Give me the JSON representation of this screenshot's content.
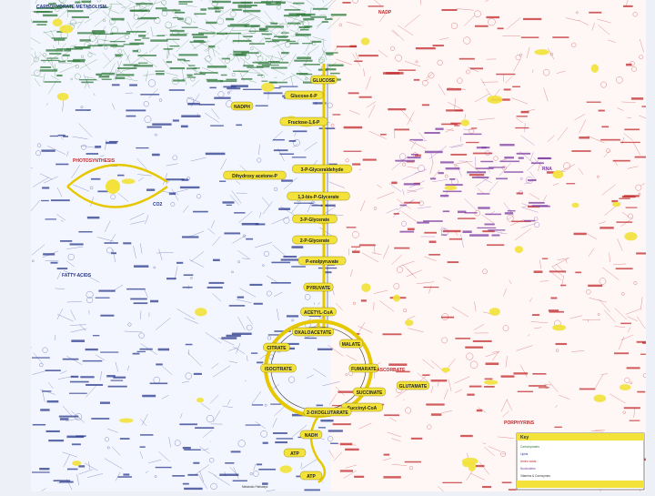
{
  "poster": {
    "left_header": "CARBOHYDRATE METABOLISM",
    "footer_credit": "Metabolic Pathways",
    "colors": {
      "blue_region": "#2a3a8c",
      "green_region": "#2f7a3a",
      "red_region": "#c0282a",
      "purple_region": "#7a3aa0",
      "highlight": "#f2e23a",
      "spine": "#e6c800",
      "slide_bg": "#eef0f8"
    }
  },
  "glycolysis": {
    "nodes": [
      {
        "name": "glucose-node",
        "label": "GLUCOSE"
      },
      {
        "name": "glucose-6p-node",
        "label": "Glucose-6-P"
      },
      {
        "name": "nadph-node",
        "label": "NADPH"
      },
      {
        "name": "fructose-16p-node",
        "label": "Fructose-1,6-P"
      },
      {
        "name": "dhap-node",
        "label": "Dihydroxy acetone-P"
      },
      {
        "name": "g3p-node",
        "label": "3-P-Glyceraldehyde"
      },
      {
        "name": "bpg-node",
        "label": "1,3-bis-P-Glycerate"
      },
      {
        "name": "3pg-node",
        "label": "3-P-Glycerate"
      },
      {
        "name": "2pg-node",
        "label": "2-P-Glycerate"
      },
      {
        "name": "pep-node",
        "label": "P-enolpyruvate"
      },
      {
        "name": "pyruvate-node",
        "label": "PYRUVATE"
      },
      {
        "name": "acetyl-coa-node",
        "label": "ACETYL-CoA"
      }
    ]
  },
  "tca": {
    "nodes": [
      {
        "name": "oxaloacetate-node",
        "label": "OXALOACETATE"
      },
      {
        "name": "malate-node",
        "label": "MALATE"
      },
      {
        "name": "citrate-node",
        "label": "CITRATE"
      },
      {
        "name": "fumarate-node",
        "label": "FUMARATE"
      },
      {
        "name": "isocitrate-node",
        "label": "ISOCITRATE"
      },
      {
        "name": "succinate-node",
        "label": "SUCCINATE"
      },
      {
        "name": "succinyl-coa-node",
        "label": "Succinyl-CoA"
      },
      {
        "name": "ketoglutarate-node",
        "label": "2-OXOGLUTARATE"
      },
      {
        "name": "glutamate-node",
        "label": "GLUTAMATE"
      },
      {
        "name": "nadh-node",
        "label": "NADH"
      },
      {
        "name": "atp-node",
        "label": "ATP"
      },
      {
        "name": "atp-node-2",
        "label": "ATP"
      }
    ]
  },
  "side": {
    "photosynthesis": "PHOTOSYNTHESIS",
    "fatty_acids": "FATTY ACIDS",
    "co2": "CO2",
    "nadp": "NADP",
    "rna": "RNA",
    "ascorbate": "ASCORBATE",
    "porphyrins": "PORPHYRINS"
  },
  "legend": {
    "title": "Key",
    "rows": [
      "Carbohydrates",
      "Lipids",
      "Amino acids",
      "Nucleotides",
      "Vitamins & Coenzymes"
    ]
  }
}
